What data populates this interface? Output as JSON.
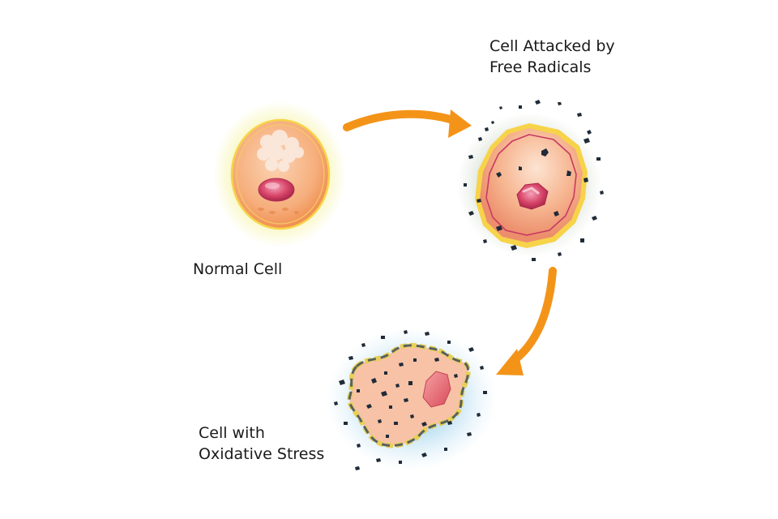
{
  "labels": {
    "normal_cell": "Normal Cell",
    "attacked_line1": "Cell Attacked by",
    "attacked_line2": "Free Radicals",
    "stress_line1": "Cell with",
    "stress_line2": "Oxidative Stress"
  },
  "colors": {
    "arrow": "#f39419",
    "cell_fill": "#f7b98c",
    "cell_glow": "#f6f4a8",
    "nucleus": "#d0405e",
    "radical": "#1f2b38",
    "stress_glow": "#b9def2",
    "attacked_glow": "#c7d3c0"
  }
}
